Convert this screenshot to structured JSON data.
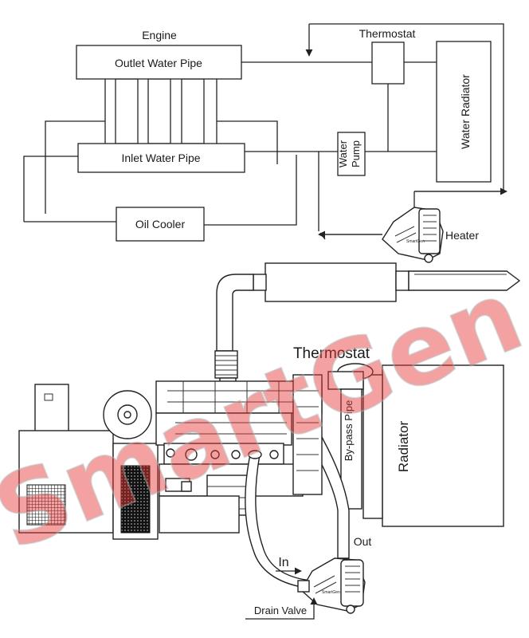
{
  "top_diagram": {
    "engine_label": "Engine",
    "outlet_pipe": "Outlet Water Pipe",
    "inlet_pipe": "Inlet Water Pipe",
    "oil_cooler": "Oil Cooler",
    "thermostat": "Thermostat",
    "water_pump_line1": "Water",
    "water_pump_line2": "Pump",
    "water_radiator": "Water Radiator",
    "heater": "Heater"
  },
  "bottom_illustration": {
    "thermostat": "Thermostat",
    "bypass_pipe": "By-pass Pipe",
    "radiator": "Radiator",
    "out": "Out",
    "in": "In",
    "drain_valve": "Drain Valve",
    "heater_badge": "SmartGen"
  },
  "watermark": {
    "text": "SmartGen",
    "color": "#e53935"
  }
}
